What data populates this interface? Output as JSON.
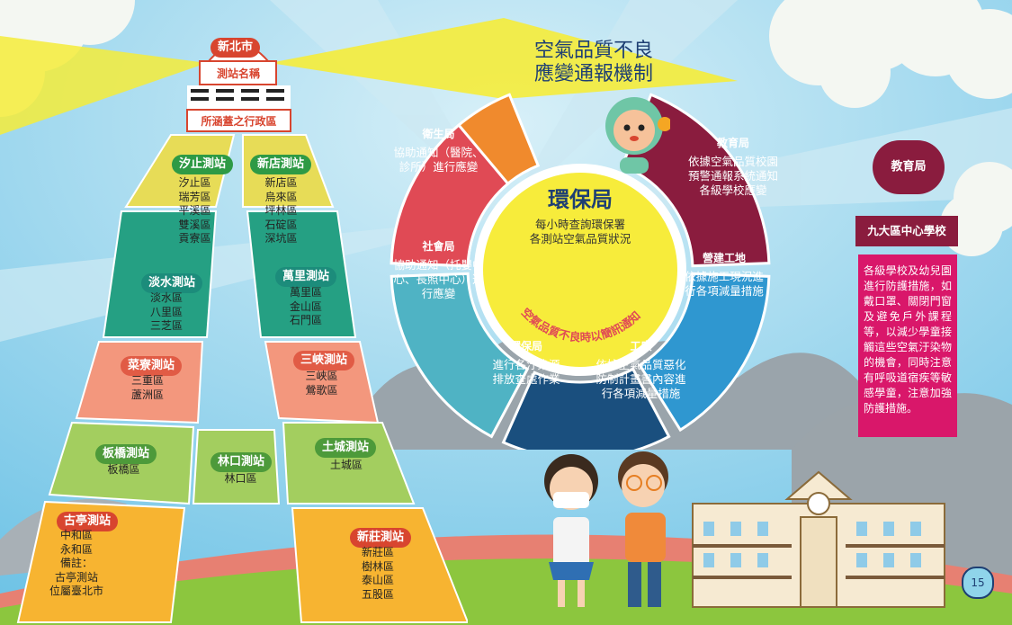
{
  "title": {
    "line1": "空氣品質不良",
    "line2": "應變通報機制"
  },
  "tower": {
    "city": "新北市",
    "station_name": "測站名稱",
    "coverage": "所涵蓋之行政區"
  },
  "stations": [
    {
      "name": "汐止測站",
      "color": "#2e9a45",
      "districts": [
        "汐止區",
        "瑞芳區",
        "平溪區",
        "雙溪區",
        "貢寮區"
      ]
    },
    {
      "name": "新店測站",
      "color": "#2e9a45",
      "districts": [
        "新店區",
        "烏來區",
        "坪林區",
        "石碇區",
        "深坑區"
      ]
    },
    {
      "name": "淡水測站",
      "color": "#1c8c7b",
      "districts": [
        "淡水區",
        "八里區",
        "三芝區"
      ]
    },
    {
      "name": "萬里測站",
      "color": "#1c8c7b",
      "districts": [
        "萬里區",
        "金山區",
        "石門區"
      ]
    },
    {
      "name": "菜寮測站",
      "color": "#e15b45",
      "districts": [
        "三重區",
        "蘆洲區"
      ]
    },
    {
      "name": "三峽測站",
      "color": "#e15b45",
      "districts": [
        "三峽區",
        "鶯歌區"
      ]
    },
    {
      "name": "板橋測站",
      "color": "#4d9a3a",
      "districts": [
        "板橋區"
      ]
    },
    {
      "name": "林口測站",
      "color": "#4d9a3a",
      "districts": [
        "林口區"
      ]
    },
    {
      "name": "土城測站",
      "color": "#4d9a3a",
      "districts": [
        "土城區"
      ]
    },
    {
      "name": "古亭測站",
      "color": "#d8452f",
      "districts": [
        "中和區",
        "永和區",
        "備註：",
        "古亭測站",
        "位屬臺北市"
      ]
    },
    {
      "name": "新莊測站",
      "color": "#d8452f",
      "districts": [
        "新莊區",
        "樹林區",
        "泰山區",
        "五股區"
      ]
    }
  ],
  "center": {
    "title": "環保局",
    "line1": "每小時查詢環保署",
    "line2": "各測站空氣品質狀況",
    "arc_text": "空氣品質不良時以簡訊通知"
  },
  "segments": [
    {
      "title": "衛生局",
      "lines": [
        "協助通知（醫院、",
        "診所）進行應變"
      ],
      "color": "#f08a2d"
    },
    {
      "title": "教育局",
      "lines": [
        "依據空氣品質校園",
        "預警通報系統通知",
        "各級學校應變"
      ],
      "color": "#8a1c3e"
    },
    {
      "title": "社會局",
      "lines": [
        "協助通知（托嬰中",
        "心、長照中心）進",
        "行應變"
      ],
      "color": "#e04a55"
    },
    {
      "title": "營建工地",
      "lines": [
        "依據施工現況進",
        "行各項減量措施"
      ],
      "color": "#2f97d0"
    },
    {
      "title": "環保局",
      "lines": [
        "進行各汙染源",
        "排放查處作業"
      ],
      "color": "#4fb3c4"
    },
    {
      "title": "工廠",
      "lines": [
        "依據空氣品質惡化",
        "防制計畫書內容進",
        "行各項減量措施"
      ],
      "color": "#1a4f7e"
    }
  ],
  "right_panel": {
    "badge": "教育局",
    "header": "九大區中心學校",
    "body": "各級學校及幼兒園進行防護措施，如戴口罩、關閉門窗及避免戶外課程等，以減少學童接觸這些空氣汙染物的機會，同時注意有呼吸道宿疾等敏感學童，注意加強防護措施。"
  },
  "page_number": "15"
}
